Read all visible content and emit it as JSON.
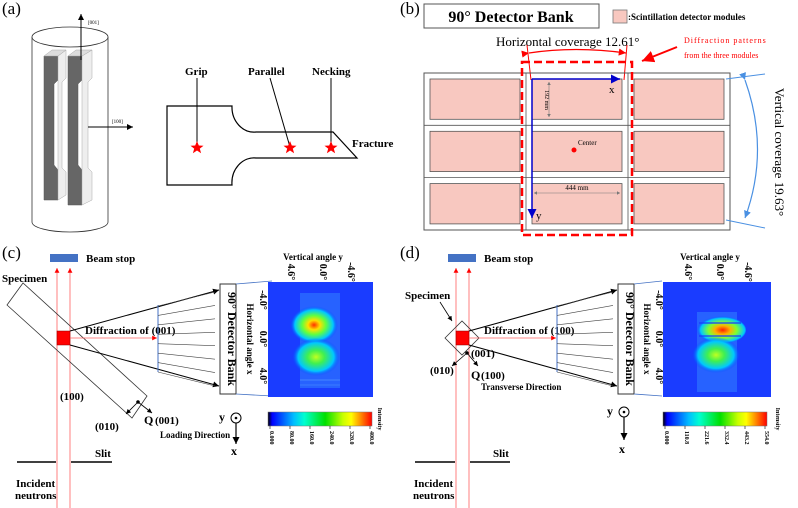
{
  "figure": {
    "panels": {
      "a": {
        "label": "(a)",
        "axis_up": "[001]",
        "axis_right": "[100]",
        "specimen_points": [
          {
            "name": "Grip"
          },
          {
            "name": "Parallel"
          },
          {
            "name": "Necking"
          }
        ],
        "fracture_label": "Fracture",
        "marker_color": "#ff0000"
      },
      "b": {
        "label": "(b)",
        "title": "90° Detector Bank",
        "legend_label": ":Scintillation detector modules",
        "horizontal_coverage": "Horizontal coverage 12.61°",
        "diffraction_note_line1": "Diffraction patterns",
        "diffraction_note_line2": "from the three modules",
        "vertical_coverage": "Vertical coverage 19.63°",
        "height_dim": "192 mm",
        "width_dim": "444 mm",
        "center_label": "Center",
        "axis_x": "x",
        "axis_y": "y",
        "module_rows": 3,
        "module_cols": 3,
        "colors": {
          "module_fill": "#f8c8c0",
          "dash_box": "#ff0000",
          "axis": "#0000cc",
          "coverage": "#4a90e2"
        }
      },
      "c": {
        "label": "(c)",
        "beam_stop": "Beam stop",
        "specimen": "Specimen",
        "diffraction": "Diffraction of (001)",
        "detector_bank": "90° Detector Bank",
        "horizontal_axis_label": "Horizontal angle x",
        "horizontal_ticks": [
          "-4.0°",
          "0.0°",
          "4.0°"
        ],
        "vertical_axis_label": "Vertical angle y",
        "vertical_ticks": [
          "4.6°",
          "0.0°",
          "-4.6°"
        ],
        "plane_100": "(100)",
        "plane_010": "(010)",
        "q_label": "Q",
        "q_plane": "(001)",
        "direction": "Loading Direction",
        "frame_y": "y",
        "frame_x": "x",
        "slit": "Slit",
        "incident_line1": "Incident",
        "incident_line2": "neutrons",
        "colorbar_title": "Intensity",
        "colorbar_ticks": [
          "0.000",
          "80.00",
          "160.0",
          "240.0",
          "320.0",
          "400.0"
        ]
      },
      "d": {
        "label": "(d)",
        "beam_stop": "Beam stop",
        "specimen": "Specimen",
        "diffraction": "Diffraction of (100)",
        "detector_bank": "90° Detector Bank",
        "horizontal_axis_label": "Horizontal angle x",
        "horizontal_ticks": [
          "-4.0°",
          "0.0°",
          "4.0°"
        ],
        "vertical_axis_label": "Vertical angle y",
        "vertical_ticks": [
          "4.6°",
          "0.0°",
          "-4.6°"
        ],
        "plane_001": "(001)",
        "plane_010": "(010)",
        "q_label": "Q",
        "q_plane": "(100)",
        "direction": "Transverse Direction",
        "frame_y": "y",
        "frame_x": "x",
        "slit": "Slit",
        "incident_line1": "Incident",
        "incident_line2": "neutrons",
        "colorbar_title": "Intensity",
        "colorbar_ticks": [
          "0.000",
          "110.8",
          "221.6",
          "332.4",
          "443.2",
          "554.0"
        ]
      }
    }
  }
}
